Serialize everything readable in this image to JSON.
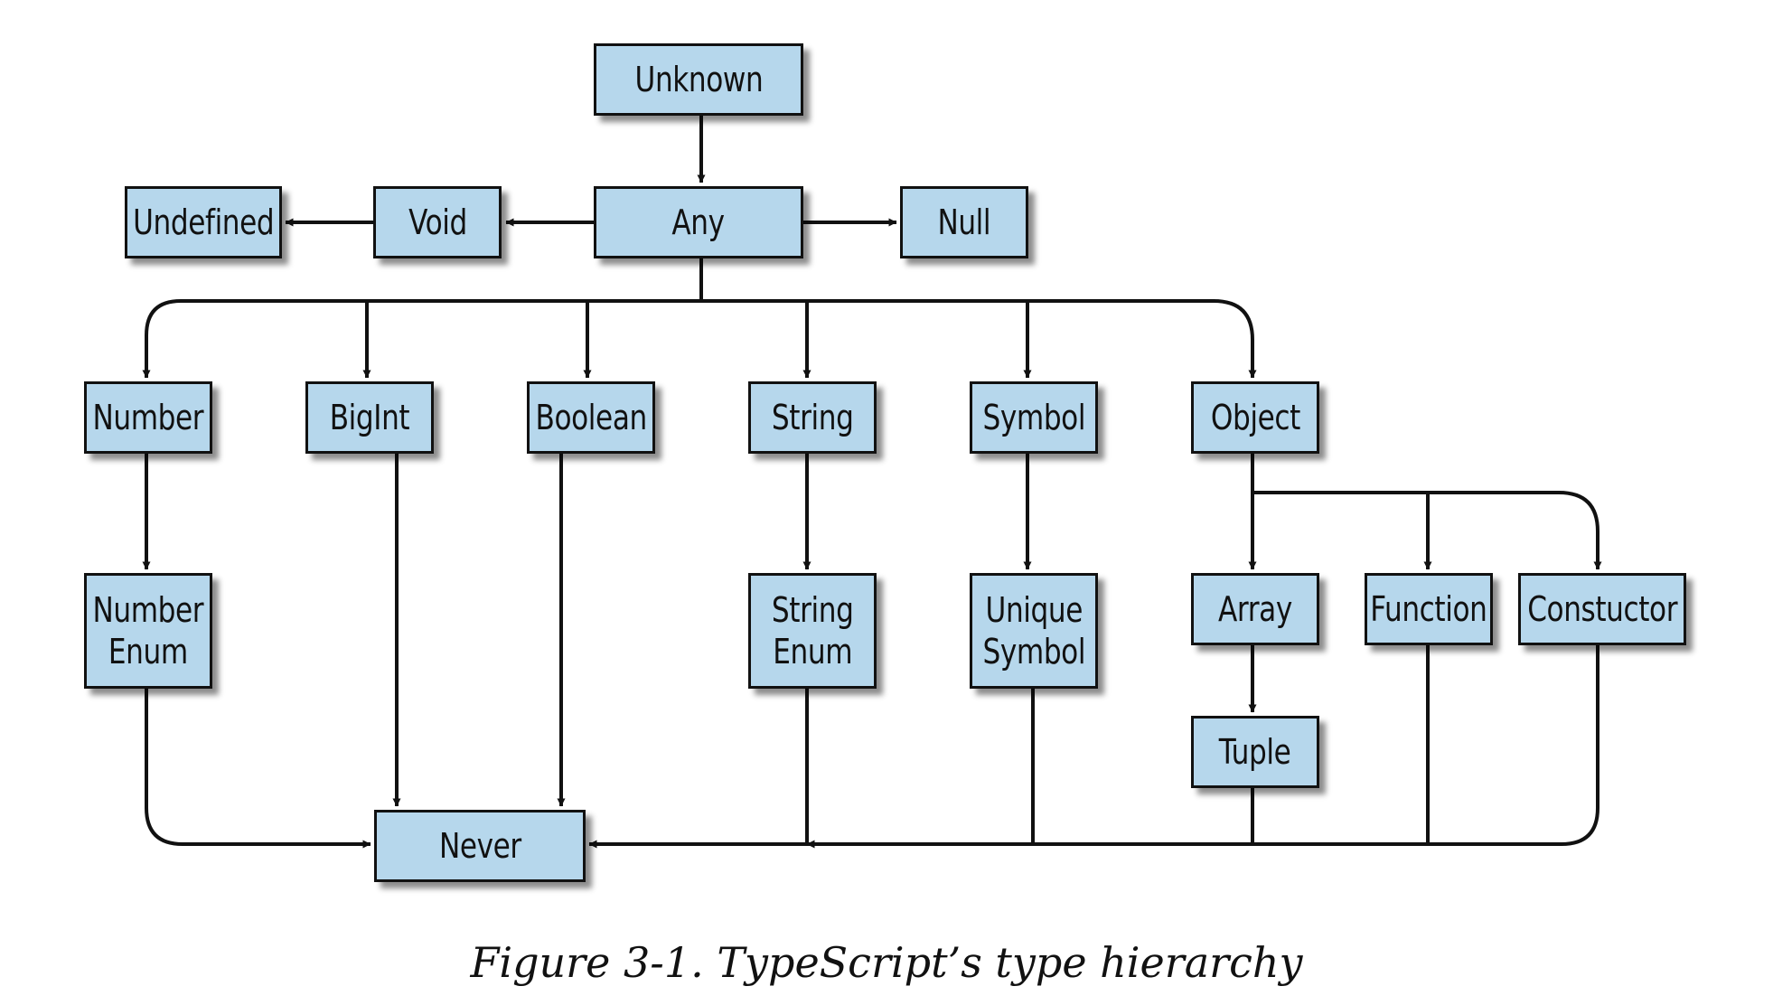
{
  "colors": {
    "node_fill": "#b6d7ec",
    "stroke": "#111111",
    "background": "#ffffff"
  },
  "nodes": {
    "unknown": "Unknown",
    "any": "Any",
    "void": "Void",
    "undefined": "Undefined",
    "null": "Null",
    "number": "Number",
    "bigint": "BigInt",
    "boolean": "Boolean",
    "string": "String",
    "symbol": "Symbol",
    "object": "Object",
    "number_enum": "Number\nEnum",
    "string_enum": "String\nEnum",
    "unique_symbol": "Unique\nSymbol",
    "array": "Array",
    "function": "Function",
    "constructor": "Constuctor",
    "tuple": "Tuple",
    "never": "Never"
  },
  "edges": [
    [
      "unknown",
      "any"
    ],
    [
      "any",
      "void"
    ],
    [
      "void",
      "undefined"
    ],
    [
      "any",
      "null"
    ],
    [
      "any",
      "number"
    ],
    [
      "any",
      "bigint"
    ],
    [
      "any",
      "boolean"
    ],
    [
      "any",
      "string"
    ],
    [
      "any",
      "symbol"
    ],
    [
      "any",
      "object"
    ],
    [
      "number",
      "number_enum"
    ],
    [
      "string",
      "string_enum"
    ],
    [
      "symbol",
      "unique_symbol"
    ],
    [
      "object",
      "array"
    ],
    [
      "object",
      "function"
    ],
    [
      "object",
      "constructor"
    ],
    [
      "array",
      "tuple"
    ],
    [
      "number_enum",
      "never"
    ],
    [
      "bigint",
      "never"
    ],
    [
      "boolean",
      "never"
    ],
    [
      "string_enum",
      "never"
    ],
    [
      "unique_symbol",
      "never"
    ],
    [
      "tuple",
      "never"
    ],
    [
      "function",
      "never"
    ],
    [
      "constructor",
      "never"
    ]
  ],
  "caption": "Figure 3-1. TypeScript’s type hierarchy"
}
